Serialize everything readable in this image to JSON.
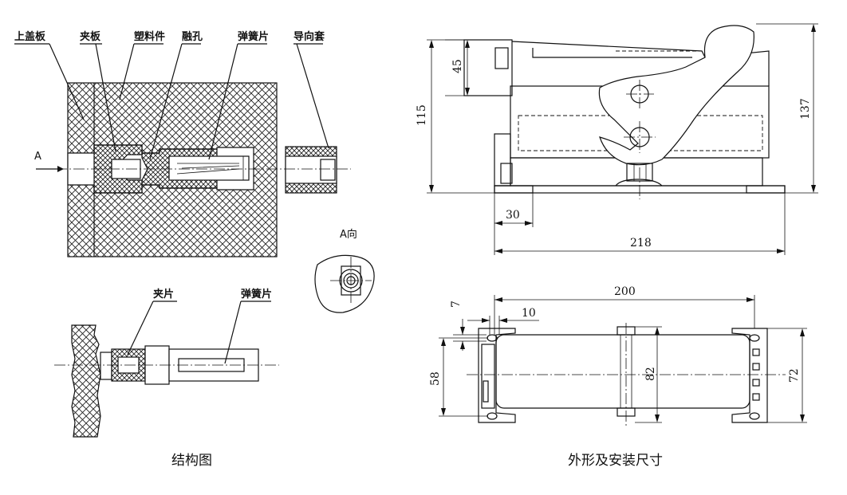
{
  "structure": {
    "labels": {
      "top_cover": "上盖板",
      "clamp_plate": "夹板",
      "plastic_part": "塑料件",
      "fuse_hole": "融孔",
      "spring_leaf": "弹簧片",
      "guide_sleeve": "导向套"
    },
    "arrow_label": "A",
    "view_label": "A向",
    "lower": {
      "clip": "夹片",
      "spring_leaf": "弹簧片"
    },
    "caption": "结构图"
  },
  "dimensions": {
    "front": {
      "d45": "45",
      "d115": "115",
      "d137": "137",
      "d30": "30",
      "d218": "218"
    },
    "top": {
      "d7": "7",
      "d10": "10",
      "d200": "200",
      "d58": "58",
      "d82": "82",
      "d72": "72"
    },
    "caption": "外形及安装尺寸"
  }
}
